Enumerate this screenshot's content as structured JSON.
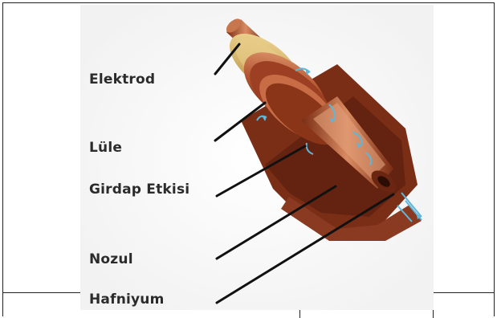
{
  "labels": {
    "elektrod": "Elektrod",
    "lule": "Lüle",
    "girdap": "Girdap Etkisi",
    "nozul": "Nozul",
    "hafniyum": "Hafniyum"
  },
  "colors": {
    "copper_dark": "#6e2a14",
    "copper_mid": "#a2462a",
    "copper_light": "#d88a60",
    "brass_ring": "#d9b56a",
    "leader_line": "#111111",
    "arrow_blue": "#5fb6d8"
  }
}
